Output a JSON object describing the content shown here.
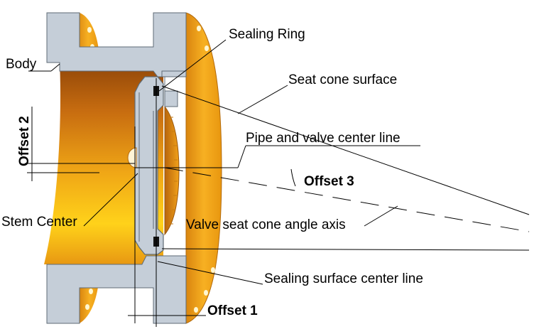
{
  "labels": {
    "sealing_ring": "Sealing Ring",
    "body": "Body",
    "seat_cone_surface": "Seat cone surface",
    "pipe_valve_center_line": "Pipe and valve center line",
    "offset_2": "Offset 2",
    "offset_3": "Offset 3",
    "stem_center": "Stem Center",
    "valve_seat_cone_angle_axis": "Valve seat cone angle axis",
    "sealing_surface_center_line": "Sealing surface center line",
    "offset_1": "Offset 1"
  },
  "colors": {
    "body_gray": "#c5ced8",
    "body_edge": "#5f6b76",
    "bore_orange_dark": "#a8530c",
    "bore_orange_mid": "#e08a10",
    "bore_yellow": "#ffd21a",
    "flange_orange": "#f2a21a",
    "seal_black": "#111111",
    "line": "#000000"
  }
}
